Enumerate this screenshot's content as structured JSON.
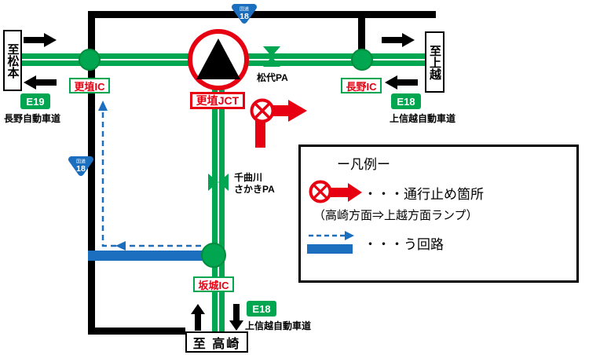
{
  "colors": {
    "expressway_green": "#00A650",
    "closure_red": "#E60012",
    "detour_blue": "#1C6FBF",
    "ordinary_road_black": "#000000"
  },
  "map": {
    "dest_matsumoto": "至松本",
    "dest_joetsu": "至上越",
    "dest_takasaki": "至 高崎",
    "koshoku_ic": "更埴IC",
    "koshoku_jct": "更埴JCT",
    "nagano_ic": "長野IC",
    "sakaki_ic": "坂城IC",
    "matsushiro_pa": "松代PA",
    "chikuma_pa_line1": "千曲川",
    "chikuma_pa_line2": "さかきPA",
    "e19_badge": "E19",
    "e19_road": "長野自動車道",
    "e18_badge": "E18",
    "e18_road": "上信越自動車道",
    "e18_badge_bottom": "E18",
    "e18_road_bottom": "上信越自動車道",
    "route18_prefix": "国道",
    "route18_number": "18"
  },
  "legend": {
    "title": "ー凡例ー",
    "closure_label": "・・・通行止め箇所",
    "closure_note": "（高崎方面⇒上越方面ランプ）",
    "detour_label": "・・・う回路"
  }
}
